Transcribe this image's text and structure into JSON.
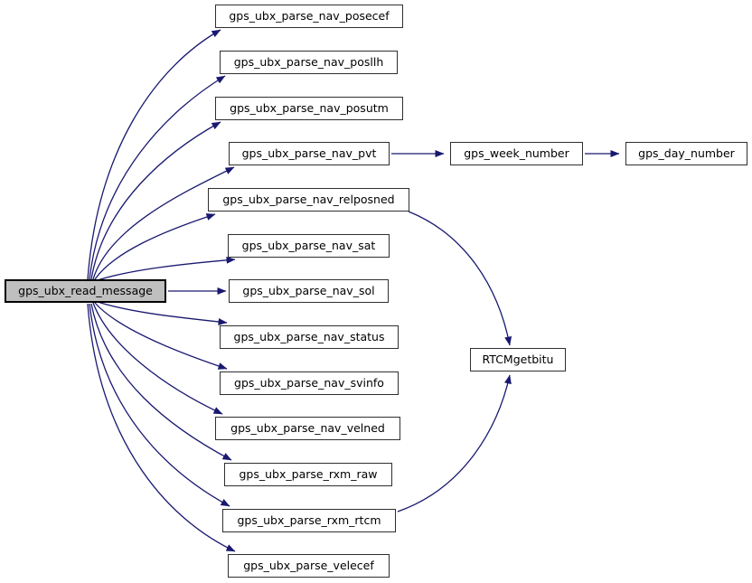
{
  "diagram": {
    "type": "call-graph",
    "colors": {
      "edge": "#191970",
      "node_border": "#2f2f2f",
      "node_fill": "#ffffff",
      "highlight_fill": "#bfbfbf",
      "text": "#000000",
      "background": "#ffffff"
    },
    "nodes": [
      {
        "label": "gps_ubx_read_message",
        "highlighted": true
      },
      {
        "label": "gps_ubx_parse_nav_posecef",
        "highlighted": false
      },
      {
        "label": "gps_ubx_parse_nav_posllh",
        "highlighted": false
      },
      {
        "label": "gps_ubx_parse_nav_posutm",
        "highlighted": false
      },
      {
        "label": "gps_ubx_parse_nav_pvt",
        "highlighted": false
      },
      {
        "label": "gps_ubx_parse_nav_relposned",
        "highlighted": false
      },
      {
        "label": "gps_ubx_parse_nav_sat",
        "highlighted": false
      },
      {
        "label": "gps_ubx_parse_nav_sol",
        "highlighted": false
      },
      {
        "label": "gps_ubx_parse_nav_status",
        "highlighted": false
      },
      {
        "label": "gps_ubx_parse_nav_svinfo",
        "highlighted": false
      },
      {
        "label": "gps_ubx_parse_nav_velned",
        "highlighted": false
      },
      {
        "label": "gps_ubx_parse_rxm_raw",
        "highlighted": false
      },
      {
        "label": "gps_ubx_parse_rxm_rtcm",
        "highlighted": false
      },
      {
        "label": "gps_ubx_parse_velecef",
        "highlighted": false
      },
      {
        "label": "gps_week_number",
        "highlighted": false
      },
      {
        "label": "gps_day_number",
        "highlighted": false
      },
      {
        "label": "RTCMgetbitu",
        "highlighted": false
      }
    ],
    "edges": [
      {
        "from": "gps_ubx_read_message",
        "to": "gps_ubx_parse_nav_posecef"
      },
      {
        "from": "gps_ubx_read_message",
        "to": "gps_ubx_parse_nav_posllh"
      },
      {
        "from": "gps_ubx_read_message",
        "to": "gps_ubx_parse_nav_posutm"
      },
      {
        "from": "gps_ubx_read_message",
        "to": "gps_ubx_parse_nav_pvt"
      },
      {
        "from": "gps_ubx_read_message",
        "to": "gps_ubx_parse_nav_relposned"
      },
      {
        "from": "gps_ubx_read_message",
        "to": "gps_ubx_parse_nav_sat"
      },
      {
        "from": "gps_ubx_read_message",
        "to": "gps_ubx_parse_nav_sol"
      },
      {
        "from": "gps_ubx_read_message",
        "to": "gps_ubx_parse_nav_status"
      },
      {
        "from": "gps_ubx_read_message",
        "to": "gps_ubx_parse_nav_svinfo"
      },
      {
        "from": "gps_ubx_read_message",
        "to": "gps_ubx_parse_nav_velned"
      },
      {
        "from": "gps_ubx_read_message",
        "to": "gps_ubx_parse_rxm_raw"
      },
      {
        "from": "gps_ubx_read_message",
        "to": "gps_ubx_parse_rxm_rtcm"
      },
      {
        "from": "gps_ubx_read_message",
        "to": "gps_ubx_parse_velecef"
      },
      {
        "from": "gps_ubx_parse_nav_pvt",
        "to": "gps_week_number"
      },
      {
        "from": "gps_week_number",
        "to": "gps_day_number"
      },
      {
        "from": "gps_ubx_parse_nav_relposned",
        "to": "RTCMgetbitu"
      },
      {
        "from": "gps_ubx_parse_rxm_rtcm",
        "to": "RTCMgetbitu"
      }
    ]
  }
}
